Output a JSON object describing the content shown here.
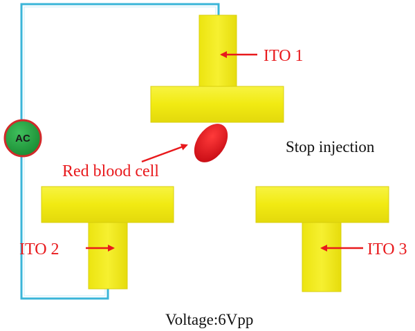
{
  "diagram": {
    "source_label": "AC",
    "electrodes": [
      {
        "label": "ITO 1"
      },
      {
        "label": "ITO 2"
      },
      {
        "label": "ITO 3"
      }
    ],
    "cell_label": "Red blood cell",
    "status_text": "Stop injection",
    "voltage_text": "Voltage:6Vpp",
    "colors": {
      "electrode": "#f4ee16",
      "electrode_edge": "#d8cf0c",
      "wire": "#3ab5d8",
      "source_fill": "#1f9a3c",
      "source_ring": "#d12a2a",
      "cell": "#e0141c",
      "label": "#e8191c"
    }
  }
}
